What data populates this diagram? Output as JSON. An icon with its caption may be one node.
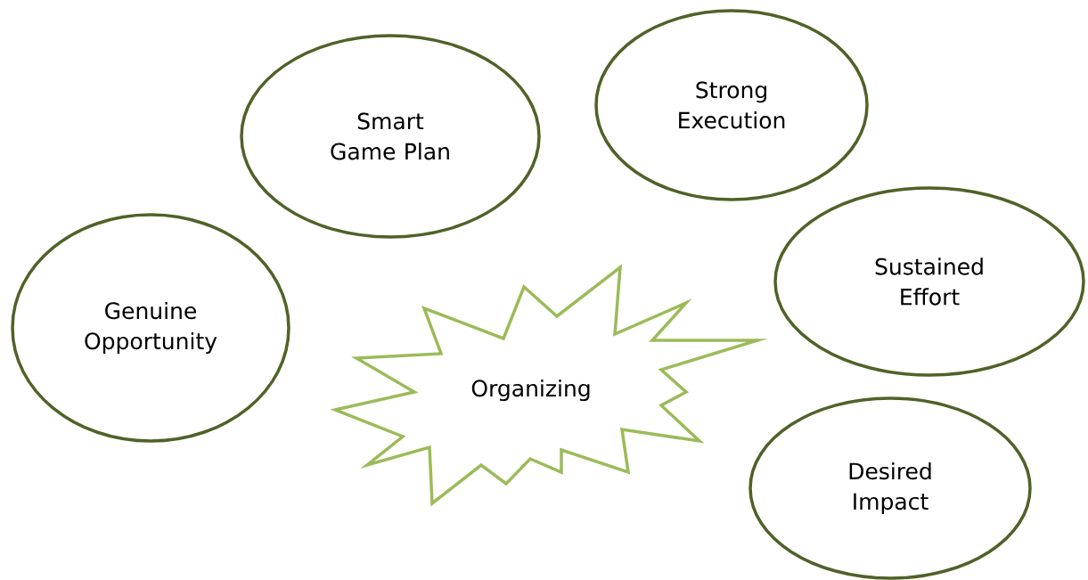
{
  "diagram": {
    "nodes": [
      {
        "text": [
          "Genuine Opportunity"
        ]
      },
      {
        "text": [
          "Smart Game Plan"
        ]
      },
      {
        "text": [
          "Strong Execution"
        ]
      },
      {
        "text": [
          "Sustained Effort"
        ]
      },
      {
        "text": [
          "Desired Impact"
        ]
      },
      {
        "text": [
          "Organizing"
        ]
      }
    ]
  }
}
